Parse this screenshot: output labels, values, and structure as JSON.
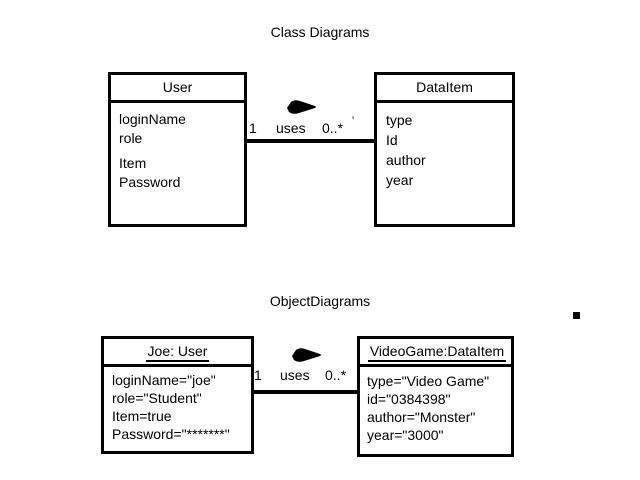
{
  "page": {
    "background": "#ffffff",
    "ink": "#000000"
  },
  "sections": {
    "class_diagram_title": "Class Diagrams",
    "object_diagram_title": "ObjectDiagrams"
  },
  "class_diagram": {
    "left_class": {
      "name": "User",
      "attributes": [
        "loginName",
        "role",
        "Item",
        "Password"
      ]
    },
    "right_class": {
      "name": "DataItem",
      "attributes": [
        "type",
        "Id",
        "author",
        "year"
      ]
    },
    "association": {
      "source_multiplicity": "1",
      "label": "uses",
      "target_multiplicity": "0..*",
      "tick": "'",
      "arrow": "solid-right-arrowhead"
    }
  },
  "object_diagram": {
    "left_object": {
      "name": "Joe: User",
      "attributes": [
        "loginName=\"joe\"",
        "role=\"Student\"",
        "Item=true",
        "Password=\"*******\""
      ]
    },
    "right_object": {
      "name": "VideoGame:DataItem",
      "attributes": [
        "type=\"Video Game\"",
        "id=\"0384398\"",
        "author=\"Monster\"",
        "year=\"3000\""
      ]
    },
    "association": {
      "source_multiplicity": "1",
      "label": "uses",
      "target_multiplicity": "0..*",
      "arrow": "solid-right-arrowhead"
    }
  },
  "artifacts": {
    "stray_dot": "square-dot-marker"
  }
}
